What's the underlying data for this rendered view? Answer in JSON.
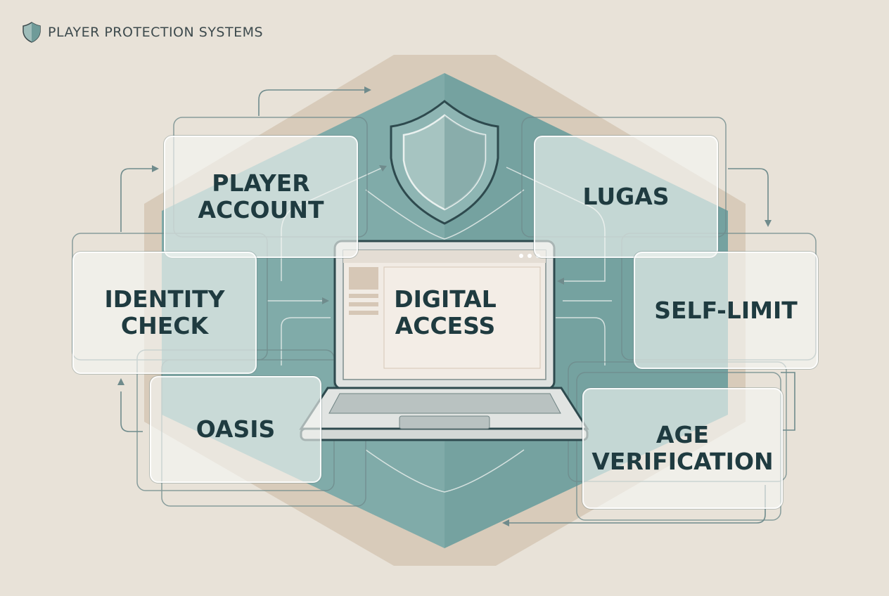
{
  "header": {
    "title": "PLAYER PROTECTION SYSTEMS",
    "icon": "shield-icon"
  },
  "center": {
    "label": "DIGITAL\nACCESS",
    "icon": "laptop-icon"
  },
  "emblem": {
    "icon": "shield-icon"
  },
  "nodes": {
    "player_account": "PLAYER\nACCOUNT",
    "lugas": "LUGAS",
    "identity_check": "IDENTITY\nCHECK",
    "self_limit": "SELF-LIMIT",
    "oasis": "OASIS",
    "age_verification": "AGE\nVERIFICATION"
  },
  "colors": {
    "background": "#e8e2d8",
    "hex_outer": "#d9cdbd",
    "hex_teal": "#7faaa8",
    "hex_teal_dark": "#6a9998",
    "text_dark": "#1f3b40",
    "line": "#6f8b8c"
  }
}
